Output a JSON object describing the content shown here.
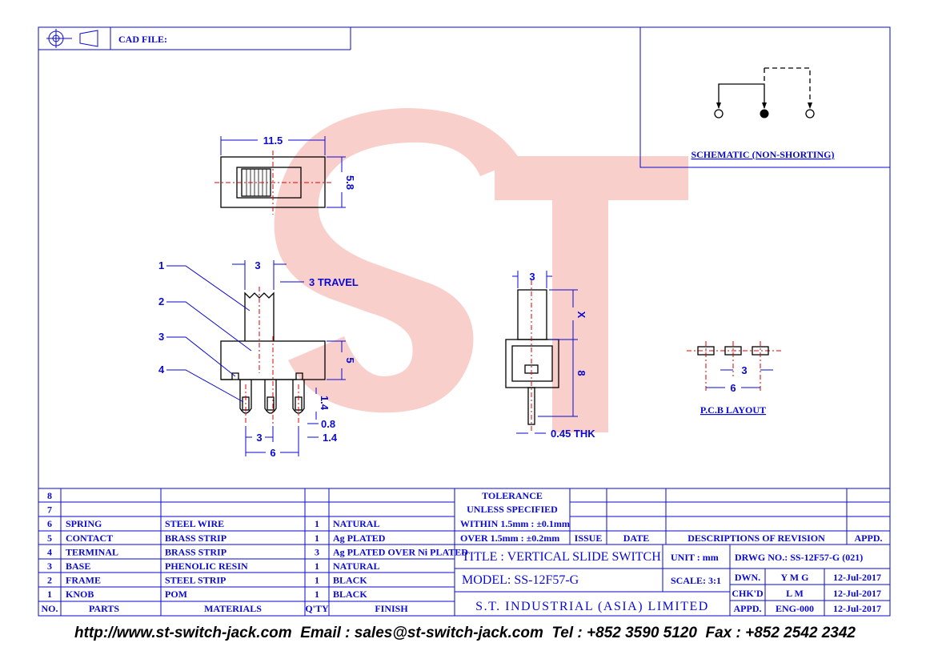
{
  "header": {
    "cad_label": "CAD FILE:"
  },
  "schematic": {
    "caption": "SCHEMATIC (NON-SHORTING)"
  },
  "watermark": {
    "text": "ST",
    "color": "#f4a8a0"
  },
  "dimensions": {
    "top_width": "11.5",
    "top_height": "5.8",
    "front_knob": "3",
    "travel": "3 TRAVEL",
    "body_height": "5",
    "pin_len": "1.4",
    "pin_w": "0.8",
    "pin_gap": "1.4",
    "pitch": "3",
    "span": "6",
    "side_knob": "3",
    "side_x": "X",
    "side_8": "8",
    "thk": "0.45 THK",
    "pcb_pitch": "3",
    "pcb_span": "6"
  },
  "callouts": [
    "1",
    "2",
    "3",
    "4"
  ],
  "pcb": {
    "caption": "P.C.B LAYOUT"
  },
  "bom": {
    "rows": [
      {
        "no": "8",
        "part": "",
        "material": "",
        "qty": "",
        "finish": ""
      },
      {
        "no": "7",
        "part": "",
        "material": "",
        "qty": "",
        "finish": ""
      },
      {
        "no": "6",
        "part": "SPRING",
        "material": "STEEL WIRE",
        "qty": "1",
        "finish": "NATURAL"
      },
      {
        "no": "5",
        "part": "CONTACT",
        "material": "BRASS STRIP",
        "qty": "1",
        "finish": "Ag PLATED"
      },
      {
        "no": "4",
        "part": "TERMINAL",
        "material": "BRASS STRIP",
        "qty": "3",
        "finish": "Ag PLATED OVER Ni PLATED"
      },
      {
        "no": "3",
        "part": "BASE",
        "material": "PHENOLIC RESIN",
        "qty": "1",
        "finish": "NATURAL"
      },
      {
        "no": "2",
        "part": "FRAME",
        "material": "STEEL STRIP",
        "qty": "1",
        "finish": "BLACK"
      },
      {
        "no": "1",
        "part": "KNOB",
        "material": "POM",
        "qty": "1",
        "finish": "BLACK"
      }
    ],
    "headers": {
      "no": "NO.",
      "part": "PARTS",
      "material": "MATERIALS",
      "qty": "Q'TY",
      "finish": "FINISH"
    }
  },
  "tolerance": {
    "title1": "TOLERANCE",
    "title2": "UNLESS  SPECIFIED",
    "line1": "WITHIN 1.5mm : ±0.1mm",
    "line2": "OVER 1.5mm : ±0.2mm"
  },
  "revision": {
    "issue": "ISSUE",
    "date": "DATE",
    "desc": "DESCRIPTIONS OF REVISION",
    "appd": "APPD."
  },
  "title_block": {
    "title": "TITLE : VERTICAL SLIDE SWITCH",
    "unit": "UNIT :  mm",
    "drwg": "DRWG NO.: SS-12F57-G (021)",
    "model": "MODEL: SS-12F57-G",
    "scale": "SCALE:  3:1",
    "company": "S.T. INDUSTRIAL (ASIA) LIMITED",
    "dwn_label": "DWN.",
    "dwn": "Y M G",
    "dwn_date": "12-Jul-2017",
    "chk_label": "CHK'D",
    "chk": "L M",
    "chk_date": "12-Jul-2017",
    "appd_label": "APPD.",
    "appd": "ENG-000",
    "appd_date": "12-Jul-2017"
  },
  "footer": "http://www.st-switch-jack.com  Email : sales@st-switch-jack.com  Tel : +852 3590 5120  Fax : +852 2542 2342"
}
